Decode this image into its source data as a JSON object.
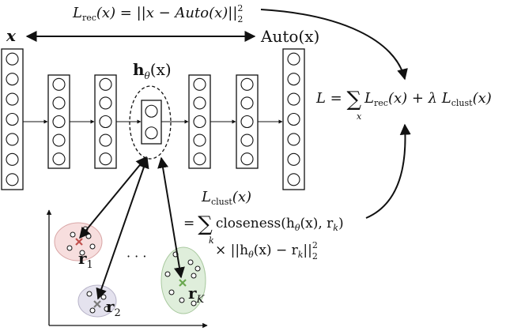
{
  "formulas": {
    "rec": {
      "L": "L",
      "sub": "rec",
      "rest": "(x) = ||x − Auto(x)||",
      "sup": "2",
      "sub2": "2"
    },
    "input": "x",
    "output": "Auto(x)",
    "hidden": {
      "h": "h",
      "sub": "θ",
      "rest": "(x)"
    },
    "total": {
      "lhs": "L = ",
      "sum": "∑",
      "sumsub": "x",
      "L": "L",
      "sub": "rec",
      "mid": "(x) + λ L",
      "sub2": "clust",
      "end": "(x)"
    },
    "clust_label": {
      "L": "L",
      "sub": "clust",
      "rest": "(x)"
    },
    "clust_line1": {
      "eq": "=",
      "sum": "∑",
      "sumsub": "k",
      "text": "closeness(h",
      "sub": "θ",
      "text2": "(x), r",
      "sub2": "k",
      "text3": ")"
    },
    "clust_line2": {
      "text": "× ||h",
      "sub": "θ",
      "text2": "(x) − r",
      "sub2": "k",
      "text3": "||",
      "sup": "2",
      "sub3": "2"
    },
    "dots": "· · ·"
  },
  "clusters": [
    {
      "label": "r",
      "sub": "1",
      "color": "#b03a3a"
    },
    {
      "label": "r",
      "sub": "2",
      "color": "#555555"
    },
    {
      "label": "r",
      "sub": "K",
      "color": "#3f8a3f"
    }
  ],
  "colors": {
    "cluster1_fill": "#f7dede",
    "cluster2_fill": "#e4e2ee",
    "cluster3_fill": "#dfeedb",
    "cross1": "#c0504d",
    "cross2": "#7a7a7a",
    "cross3": "#6aa84f"
  }
}
